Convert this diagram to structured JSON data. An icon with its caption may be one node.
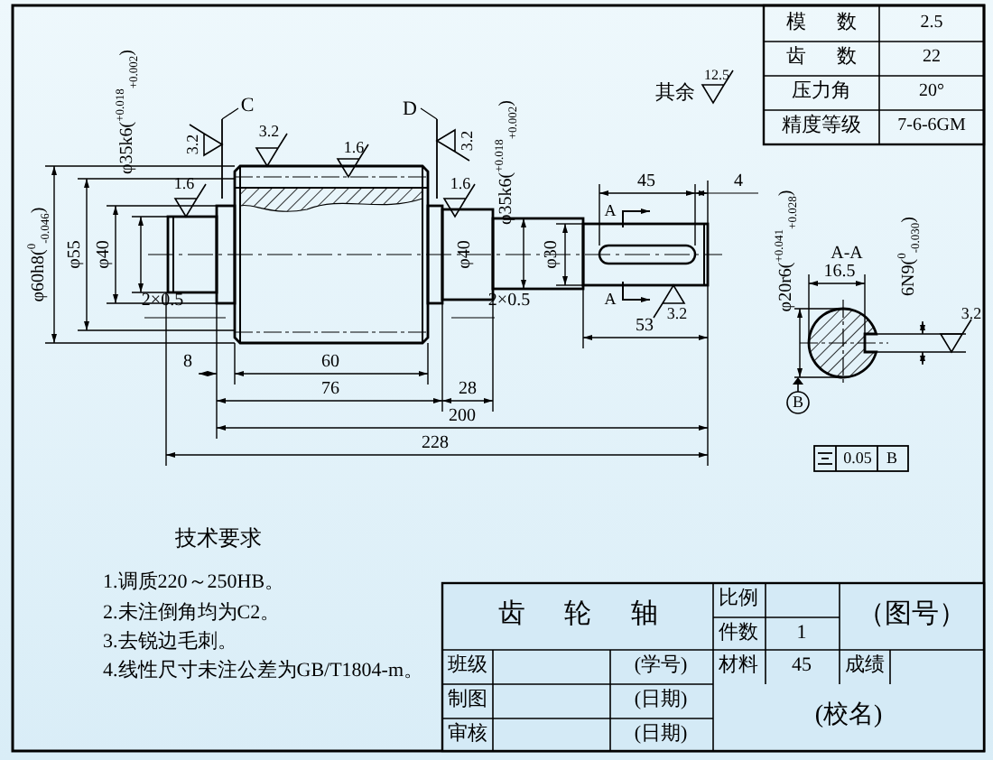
{
  "diagram": {
    "labels": [
      "其余",
      "12.5",
      "模 数",
      "2.5",
      "齿 数",
      "22",
      "压力角",
      "20°",
      "精度等级",
      "7-6-6GM",
      "φ35k6($^{+0.018}$$_{+0.002}$)",
      "C",
      "3.2",
      "3.2",
      "1.6",
      "D",
      "3.2",
      "φ35k6($^{+0.018}$$_{+0.002}$)",
      "1.6",
      "1.6",
      "φ60h8($^{0}$$_{-0.046}$)",
      "φ55",
      "φ40",
      "φ40",
      "φ30",
      "2×0.5",
      "2×0.5",
      "45",
      "4",
      "A",
      "A",
      "3.2",
      "53",
      "8",
      "60",
      "76",
      "28",
      "200",
      "228",
      "A-A",
      "16.5",
      "φ20r6($^{+0.041}$$_{+0.028}$)",
      "6N9($^{0}$$_{-0.030}$)",
      "3.2",
      "B",
      "0.05",
      "B",
      "技术要求",
      "1.调质220～250HB。",
      "2.未注倒角均为C2。",
      "3.去锐边毛刺。",
      "4.线性尺寸未注公差为GB/T1804-m。",
      "齿 轮 轴",
      "比例",
      "件数",
      "1",
      "（图号）",
      "班级",
      "(学号)",
      "材料",
      "45",
      "成绩",
      "制图",
      "(日期)",
      "审核",
      "(日期)",
      "(校名)"
    ]
  }
}
